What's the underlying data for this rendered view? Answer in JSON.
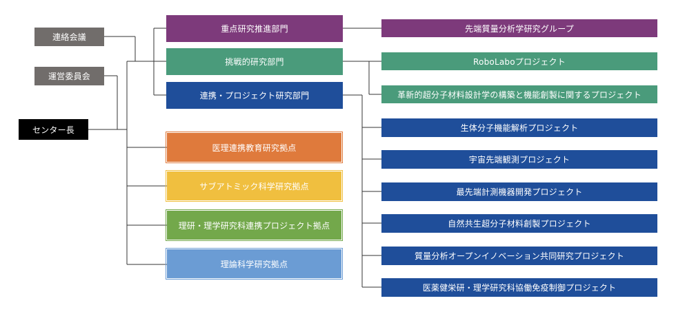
{
  "colors": {
    "gray": "#716d6b",
    "black": "#000000",
    "purple": "#7d3a7b",
    "teal": "#4a9b7b",
    "navy": "#1f4e9a",
    "orange": "#df7a3c",
    "yellow": "#f0bf3f",
    "green": "#73a84b",
    "lightblue": "#6b9cd4",
    "line": "#333333"
  },
  "boxes": {
    "liaison_council": "連絡会議",
    "steering_committee": "運営委員会",
    "center_director": "センター長",
    "priority_research": "重点研究推進部門",
    "challenging_research": "挑戦的研究部門",
    "collaboration_project": "連携・プロジェクト研究部門",
    "medical_hub": "医理連携教育研究拠点",
    "subatomic_hub": "サブアトミック科学研究拠点",
    "riken_hub": "理研・理学研究科連携プロジェクト拠点",
    "theory_hub": "理論科学研究拠点",
    "advanced_mass": "先端質量分析学研究グループ",
    "robolabo": "RoboLaboプロジェクト",
    "supramolecular_design": "革新的超分子材料設計学の構築と機能創製に関するプロジェクト",
    "biomolecule": "生体分子機能解析プロジェクト",
    "space_observation": "宇宙先端観測プロジェクト",
    "instrument_dev": "最先端計測機器開発プロジェクト",
    "symbiosis_material": "自然共生超分子材料創製プロジェクト",
    "open_innovation": "質量分析オープンイノベーション共同研究プロジェクト",
    "drug_immune": "医薬健栄研・理学研究科協働免疫制御プロジェクト"
  }
}
